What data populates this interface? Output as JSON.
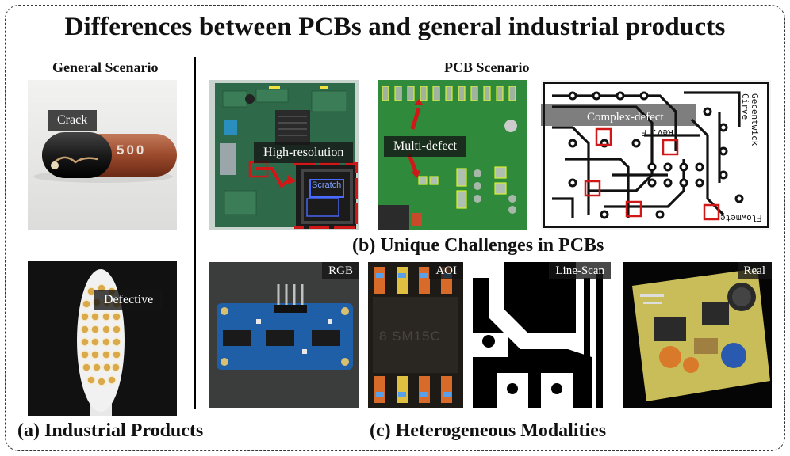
{
  "title": "Differences between PCBs and general industrial products",
  "general": {
    "heading": "General Scenario",
    "caption": "(a) Industrial Products",
    "capsule_tag": "Crack",
    "capsule_print": "500",
    "toothbrush_tag": "Defective"
  },
  "pcb": {
    "heading": "PCB Scenario",
    "challenges_caption": "(b) Unique Challenges in PCBs",
    "modalities_caption": "(c) Heterogeneous Modalities",
    "challenges": {
      "high_res_tag": "High-resolution",
      "scratch_label": "Scratch",
      "multi_defect_tag": "Multi-defect",
      "complex_defect_tag": "Complex-defect",
      "board_text_1": "Rev. F",
      "board_text_2": "Flowmete",
      "board_text_3": "Gecentwick Cirve"
    },
    "modalities": {
      "rgb_tag": "RGB",
      "aoi_tag": "AOI",
      "aoi_chip_text": "8 SM15C",
      "linescan_tag": "Line-Scan",
      "real_tag": "Real"
    }
  },
  "colors": {
    "frame": "#333333",
    "pcb_green": "#2f8a3c",
    "defect_red": "#d01818",
    "module_blue": "#1f5fa8"
  }
}
